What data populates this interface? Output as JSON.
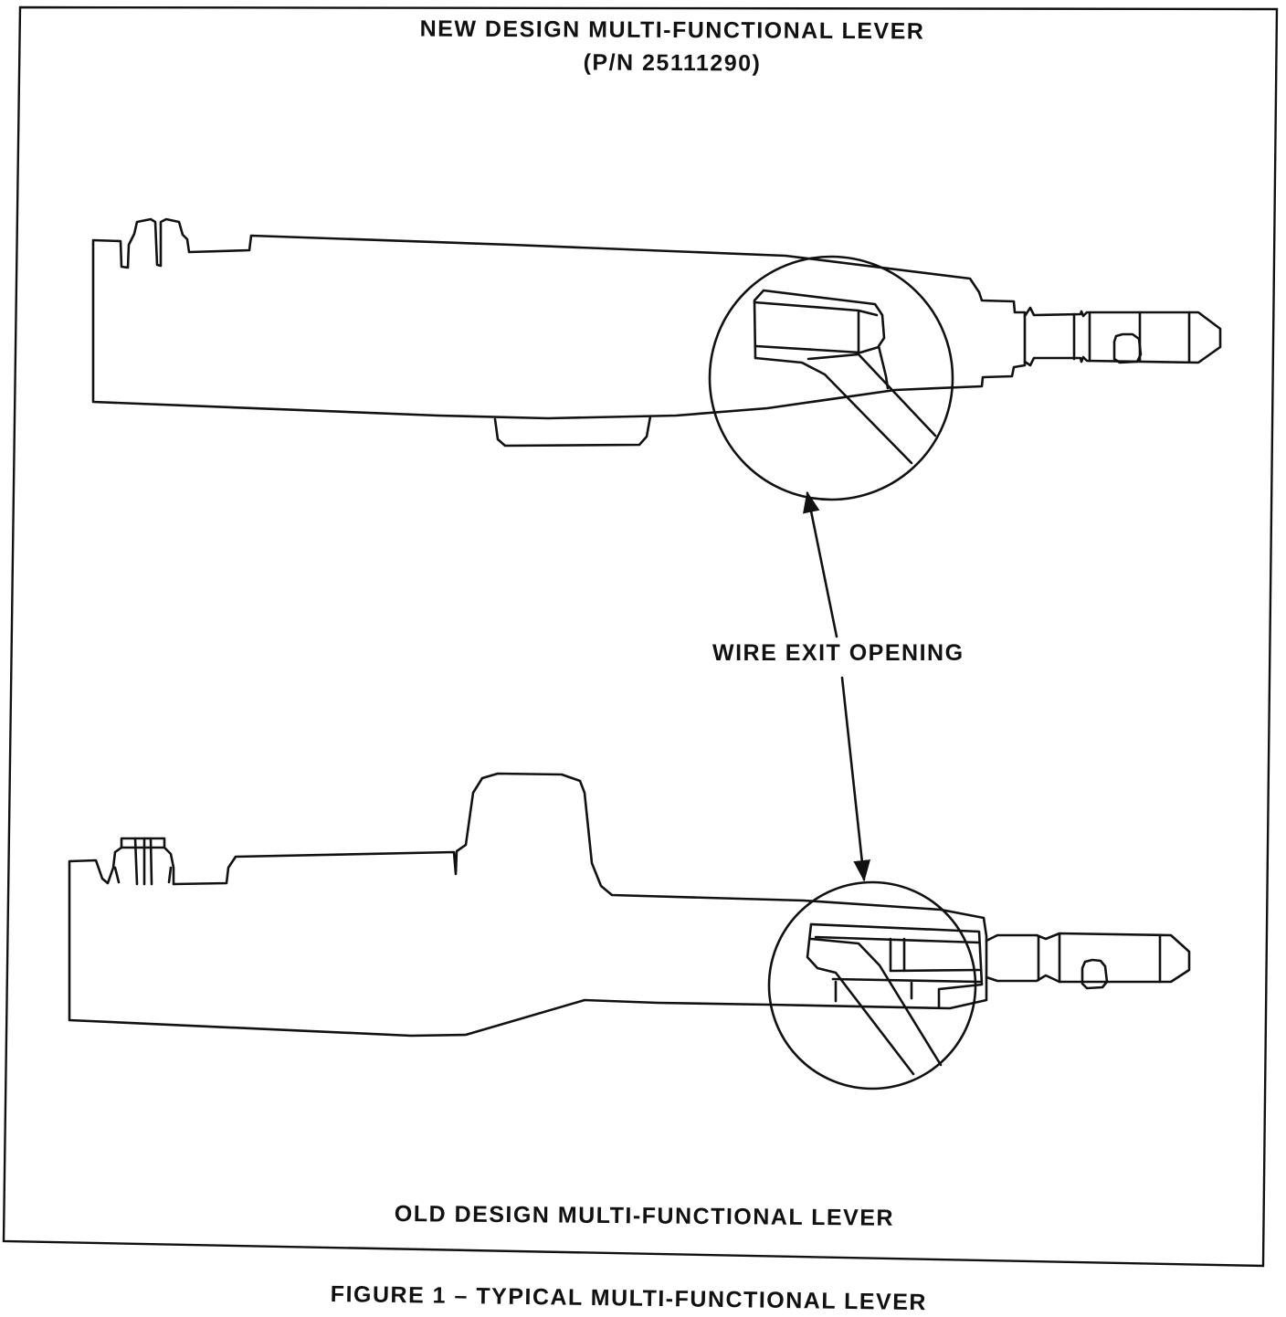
{
  "figure": {
    "caption": "FIGURE 1 – TYPICAL MULTI-FUNCTIONAL LEVER"
  },
  "new_design": {
    "title": "NEW DESIGN MULTI-FUNCTIONAL LEVER",
    "part_number": "(P/N 25111290)"
  },
  "old_design": {
    "title": "OLD DESIGN MULTI-FUNCTIONAL LEVER"
  },
  "callout": {
    "label": "WIRE EXIT OPENING"
  }
}
